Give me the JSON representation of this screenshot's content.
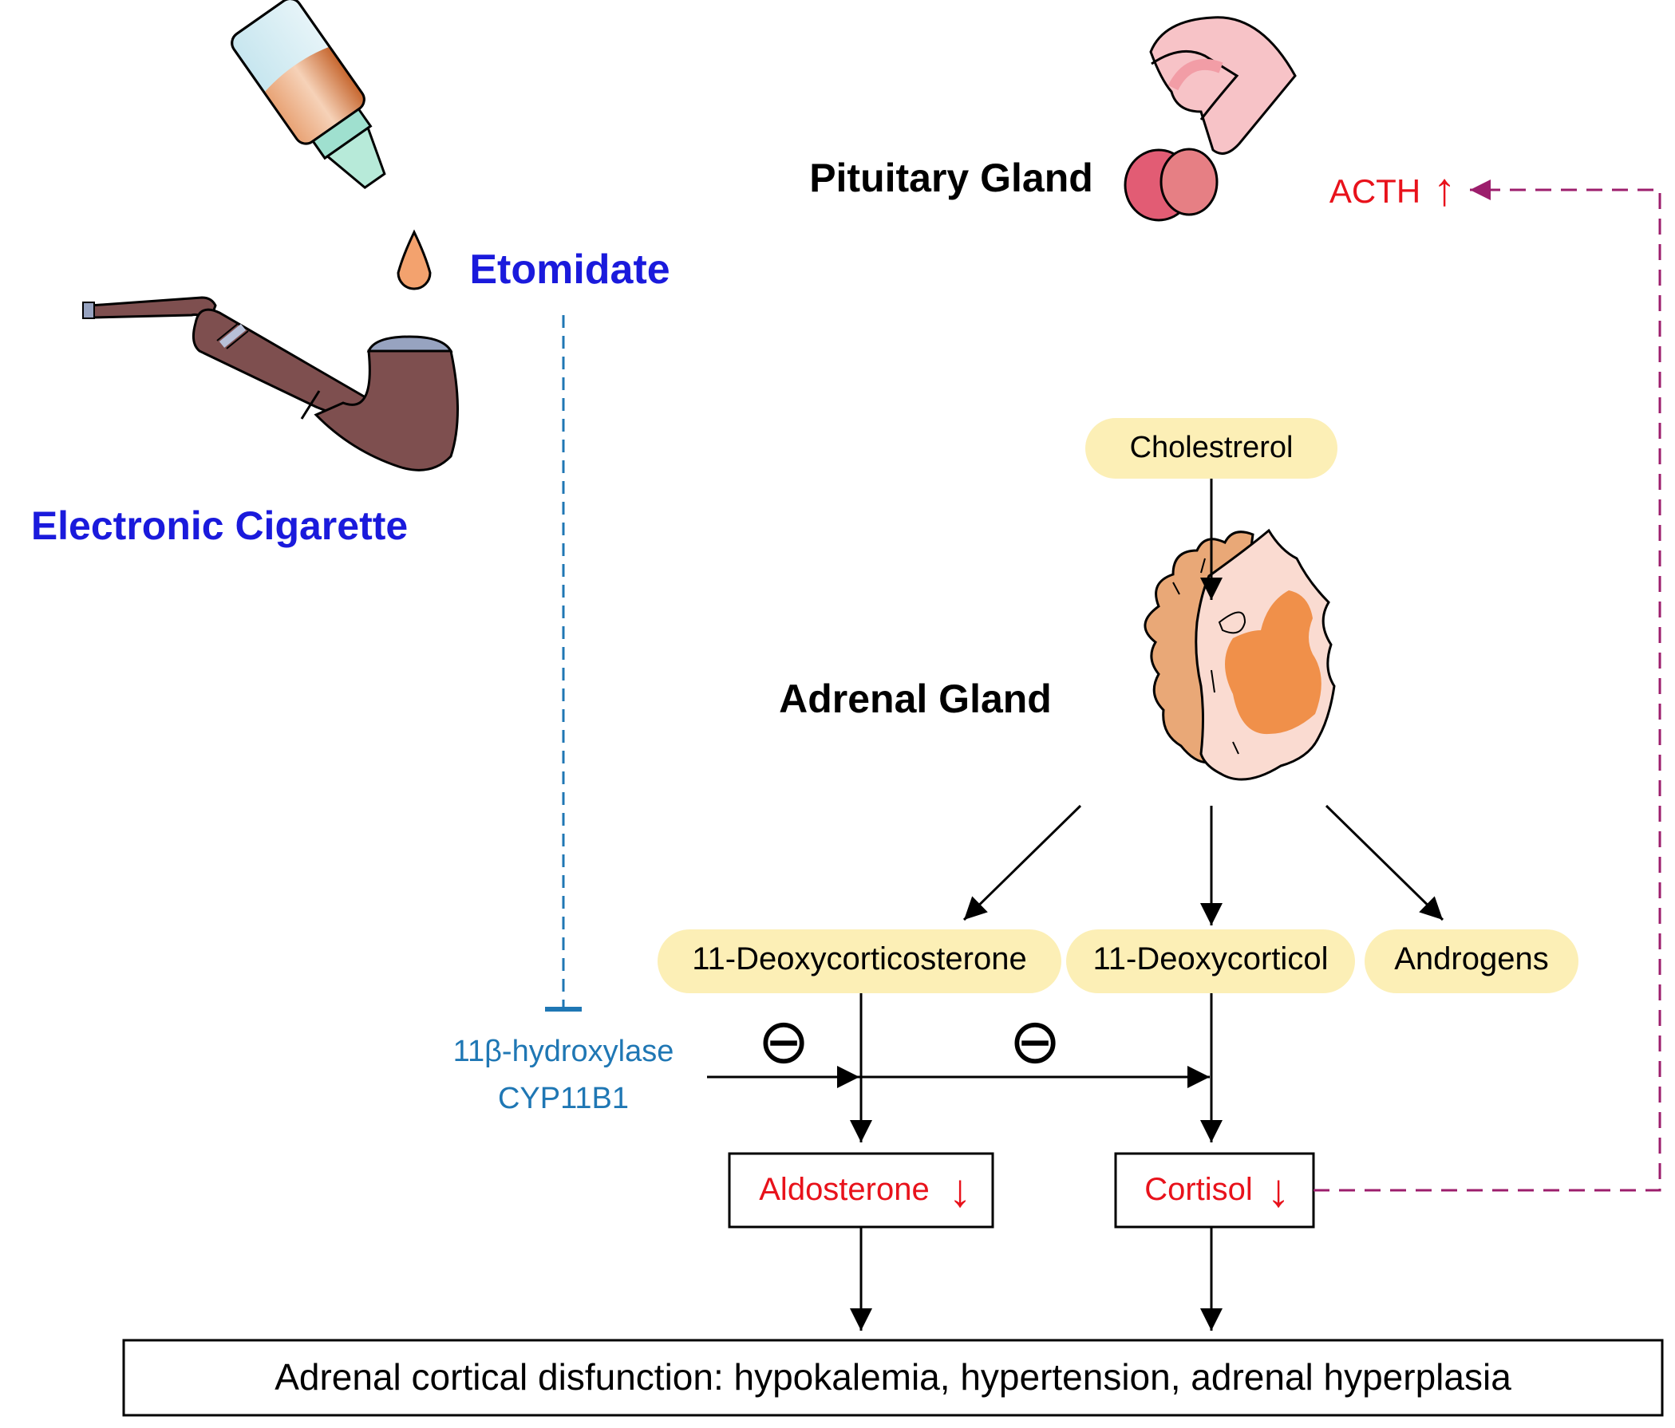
{
  "labels": {
    "etomidate": "Etomidate",
    "electronic_cigarette": "Electronic Cigarette",
    "pituitary_gland": "Pituitary Gland",
    "acth": "ACTH",
    "adrenal_gland": "Adrenal Gland",
    "enzyme_line1": "11β-hydroxylase",
    "enzyme_line2": "CYP11B1",
    "inhibit_symbol_1": "⊖",
    "inhibit_symbol_2": "⊖",
    "up_arrow": "↑",
    "down_arrow_aldo": "↓",
    "down_arrow_cort": "↓"
  },
  "nodes": {
    "cholesterol": "Cholestrerol",
    "deoxycorticosterone": "11-Deoxycorticosterone",
    "deoxycorticol": "11-Deoxycorticol",
    "androgens": "Androgens",
    "aldosterone": "Aldosterone",
    "cortisol": "Cortisol",
    "outcome": "Adrenal cortical disfunction: hypokalemia, hypertension, adrenal hyperplasia"
  },
  "colors": {
    "exposure_blue": "#1a1adc",
    "enzyme_blue": "#1f77b4",
    "decrease_red": "#e8121b",
    "feedback_purple": "#9c1e6c",
    "node_fill": "#fcefb6"
  }
}
